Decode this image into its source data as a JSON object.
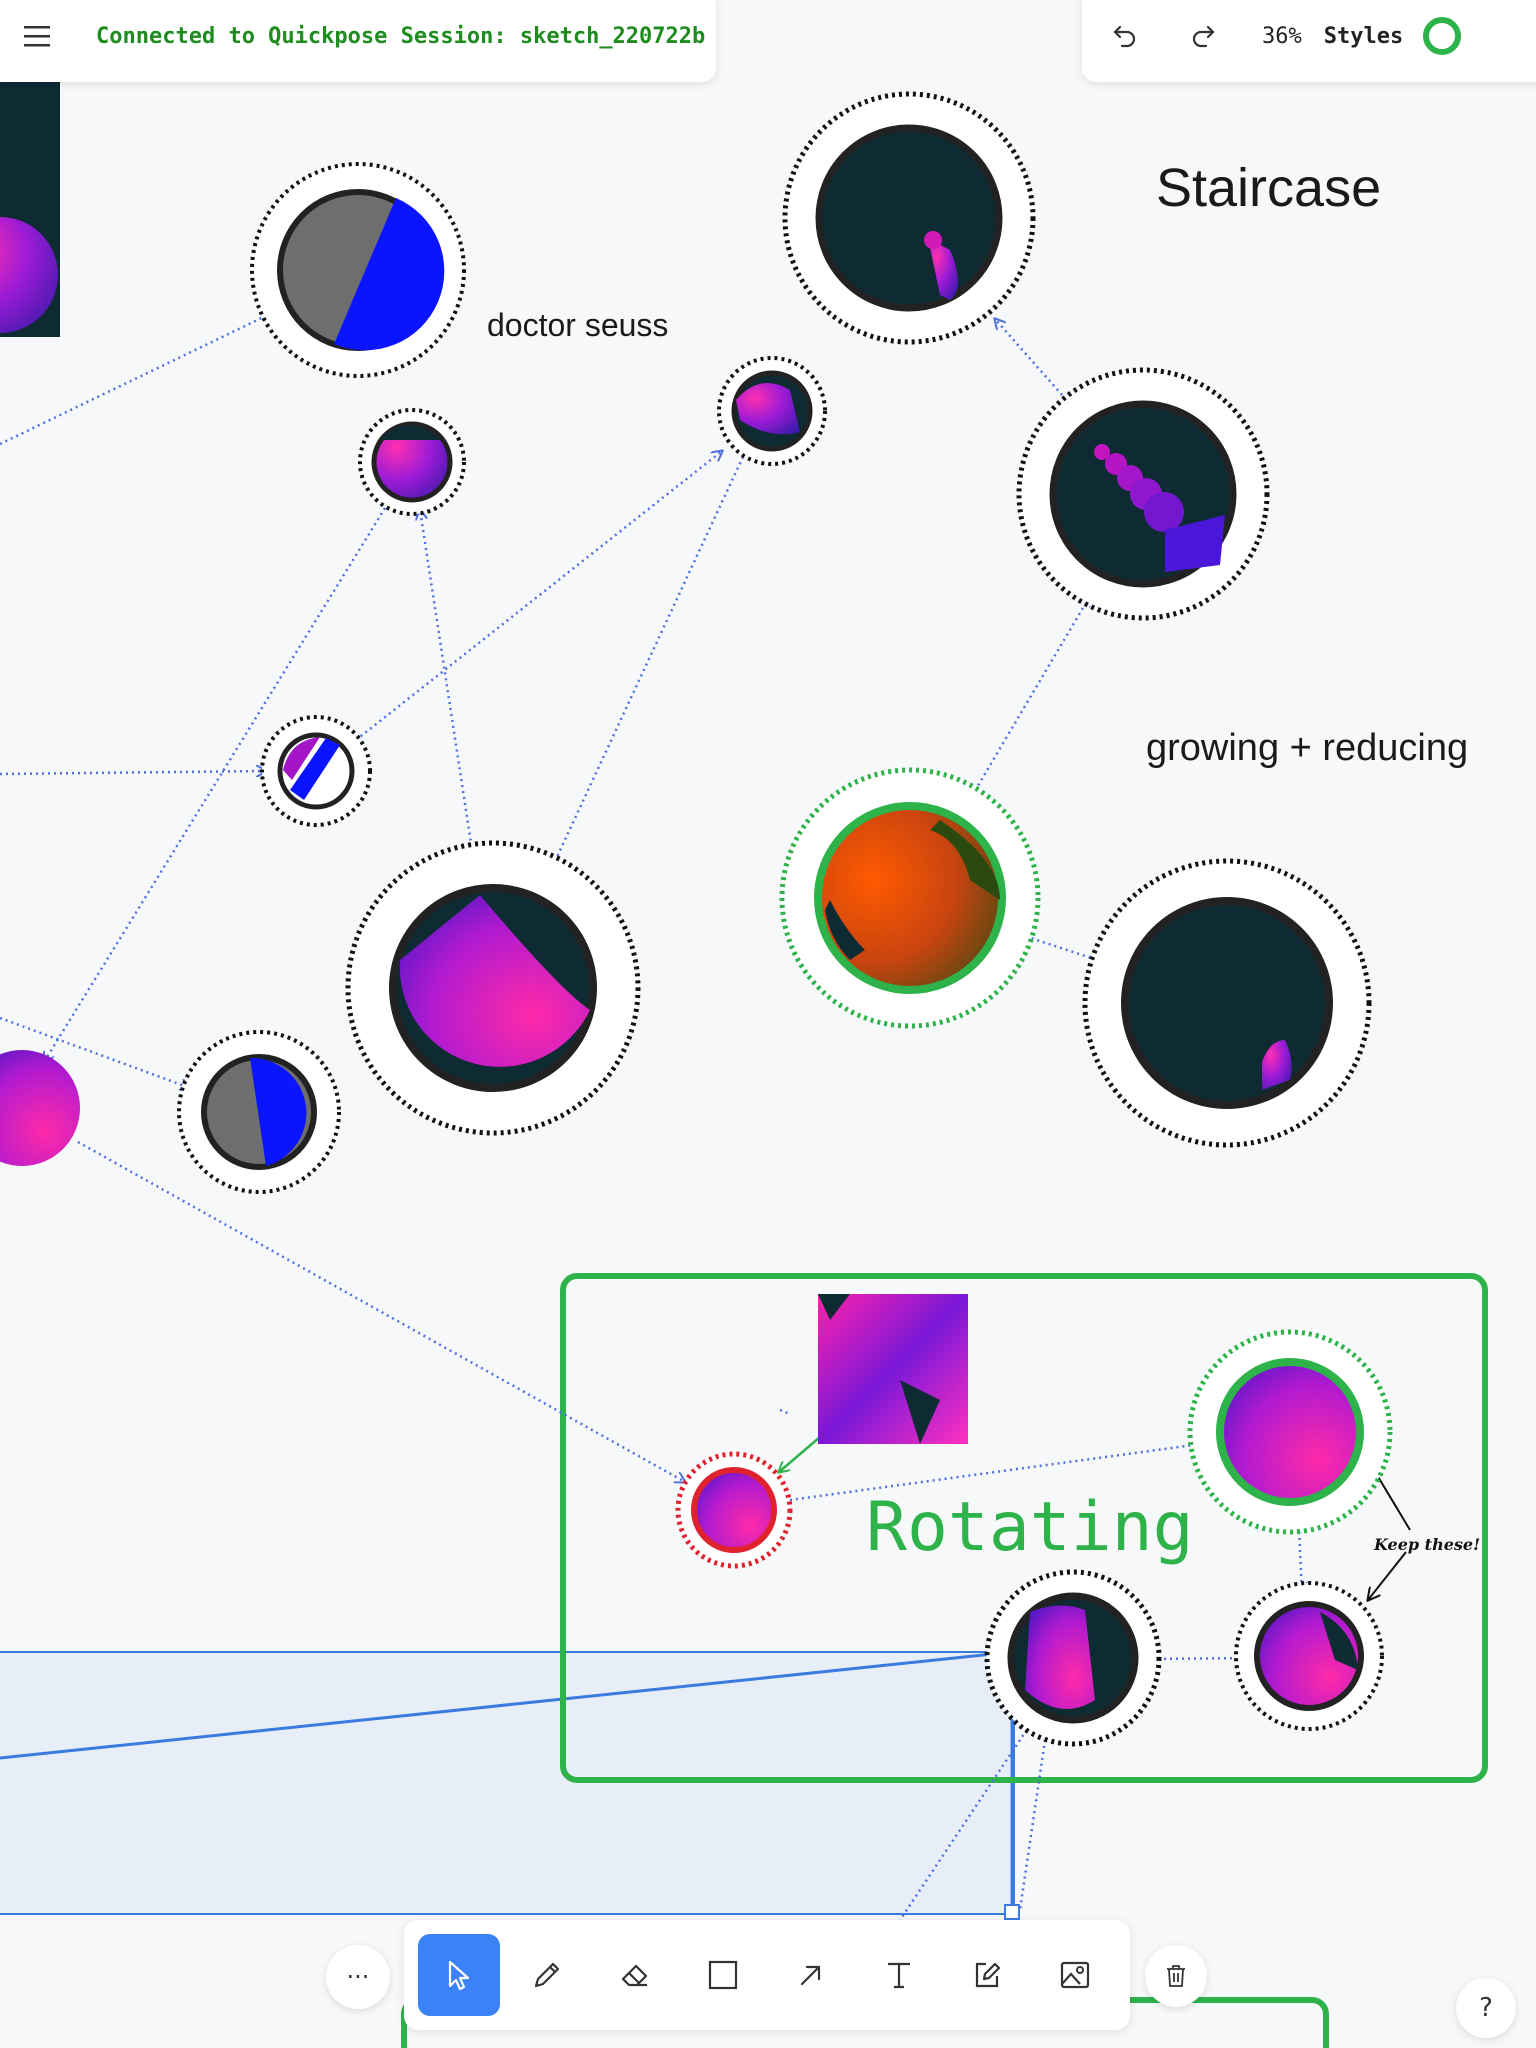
{
  "header": {
    "session_text": "Connected to Quickpose Session: sketch_220722b",
    "zoom": "36%",
    "styles_label": "Styles"
  },
  "canvas": {
    "labels": {
      "staircase": "Staircase",
      "doctor_seuss": "doctor seuss",
      "growing_reducing": "growing + reducing",
      "rotating": "Rotating",
      "keep_these": "Keep these!"
    }
  },
  "toolbar": {
    "more": "···",
    "help": "?",
    "tools": [
      "select-tool",
      "pencil-tool",
      "eraser-tool",
      "rectangle-tool",
      "arrow-tool",
      "text-tool",
      "edit-tool",
      "image-tool"
    ]
  },
  "colors": {
    "connected_text": "#1e8c1e",
    "accent_blue": "#3b82f6",
    "group_green": "#2db34a",
    "status_green": "#2db34a",
    "node_dark": "#0e2a33",
    "arrow_blue": "#4f6fdf"
  }
}
